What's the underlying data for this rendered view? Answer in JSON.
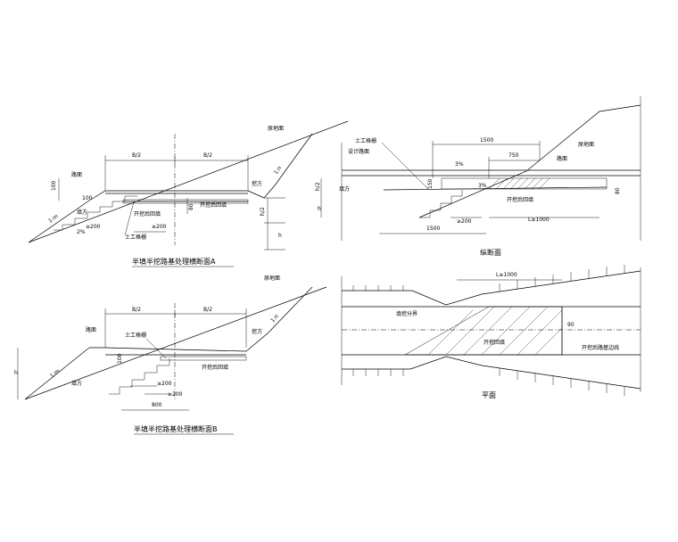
{
  "sectionA": {
    "caption": "半填半挖路基处理横断面A",
    "ground": "原地面",
    "surface": "路面",
    "half_b_left": "B/2",
    "half_b_right": "B/2",
    "d100a": "100",
    "d100b": "100",
    "d80": "80",
    "fill": "填方",
    "cut": "挖方",
    "slope_left": "1:m",
    "slope_right": "1:n",
    "geogrid": "土工格栅",
    "excav": "开挖后回填",
    "ge200a": "≥200",
    "ge200b": "≥200",
    "pct4": "2%",
    "h2": "h/2",
    "h": "h"
  },
  "sectionB": {
    "caption": "半填半挖路基处理横断面B",
    "ground": "原地面",
    "surface": "路面",
    "half_b_left": "B/2",
    "half_b_right": "B/2",
    "d100": "100",
    "fill": "填方",
    "cut": "挖方",
    "slope_left": "1:m",
    "slope_right": "1:n",
    "geogrid": "土工格栅",
    "excav": "开挖后回填",
    "ge200a": "≥200",
    "ge200b": "≥200",
    "d800": "800",
    "h": "h"
  },
  "longitudinal": {
    "caption": "纵断面",
    "ground": "原地面",
    "pavement": "路面",
    "design_line": "设计路面",
    "geogrid": "土工格栅",
    "fill": "填方",
    "d1500_top": "1500",
    "d750": "750",
    "d1500_bot": "1500",
    "ge200": "≥200",
    "lge1000": "L≥1000",
    "pct": "3%",
    "d150": "150",
    "d80": "80",
    "h2": "h/2",
    "h": "h",
    "excav": "开挖后回填"
  },
  "plan": {
    "caption": "平面",
    "lge1000": "L≥1000",
    "d90": "90",
    "boundary": "填挖分界",
    "excav_zone": "开挖回填",
    "edge_line": "开挖后路基边线"
  }
}
